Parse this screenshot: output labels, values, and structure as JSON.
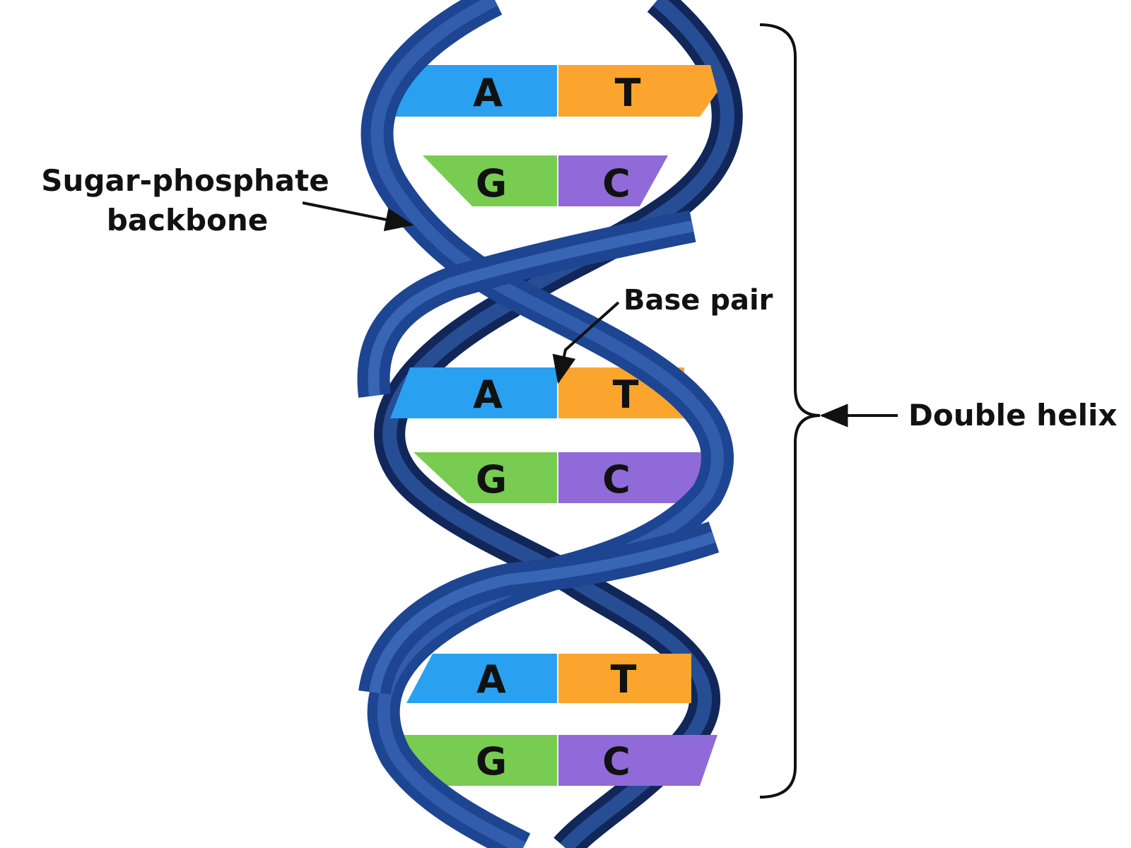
{
  "labels": {
    "backbone_line1": "Sugar-phosphate",
    "backbone_line2": "backbone",
    "base_pair": "Base pair",
    "double_helix": "Double helix"
  },
  "base_pairs": [
    {
      "left": "A",
      "right": "T"
    },
    {
      "left": "G",
      "right": "C"
    },
    {
      "left": "A",
      "right": "T"
    },
    {
      "left": "G",
      "right": "C"
    },
    {
      "left": "A",
      "right": "T"
    },
    {
      "left": "G",
      "right": "C"
    }
  ],
  "colors": {
    "A": "#2aa0f0",
    "T": "#fca52e",
    "G": "#78cc52",
    "C": "#8f6ad8",
    "backbone": "#1e4592",
    "backbone_dark": "#11275a",
    "backbone_light": "#4574c4",
    "text": "#111111"
  }
}
